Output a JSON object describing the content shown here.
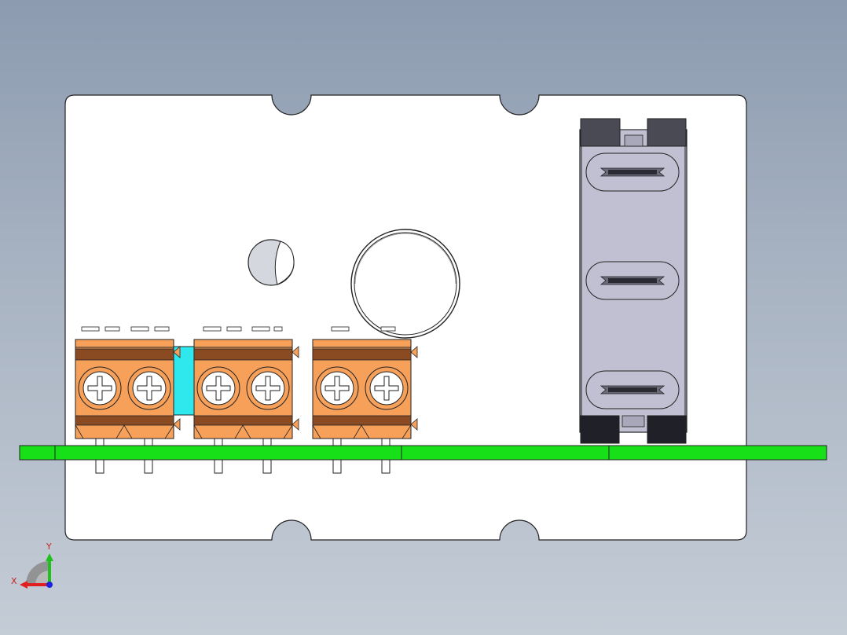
{
  "app": {
    "view": "front",
    "background_top": "#8c9bb0",
    "background_bottom": "#c4ccd6"
  },
  "model": {
    "plate_color": "#ffffff",
    "pcb_color": "#18e018",
    "terminal_color": "#f7a05a",
    "terminal_band_color": "#8a4a22",
    "spacer_color": "#2ee8ee",
    "relay_body_color": "#c0c0d2",
    "relay_cap_color": "#4a4a55",
    "terminal_blocks": [
      {
        "name": "terminal-block-1",
        "screws": 2
      },
      {
        "name": "terminal-block-2",
        "screws": 2
      },
      {
        "name": "terminal-block-3",
        "screws": 2
      }
    ],
    "relay_slots": 3
  },
  "triad": {
    "x_label": "X",
    "y_label": "Y",
    "x_color": "#e02020",
    "y_color": "#20c020",
    "z_color": "#2020e0"
  }
}
